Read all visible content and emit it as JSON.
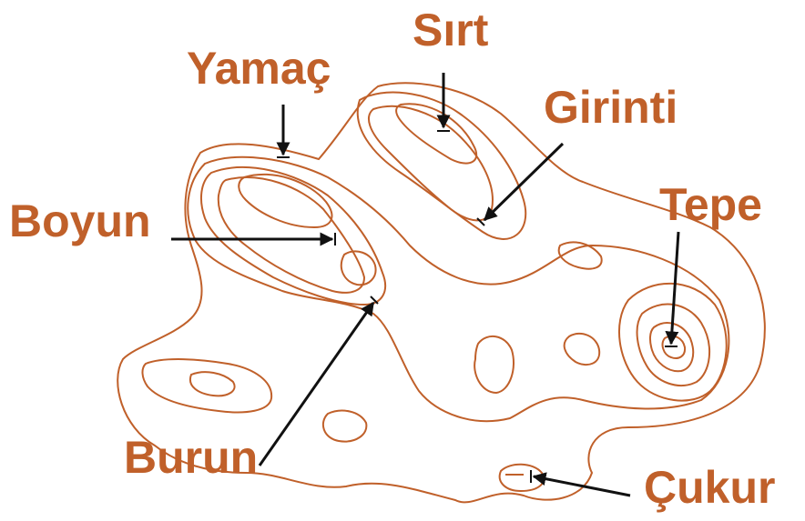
{
  "colors": {
    "contour": "#c0602a",
    "label": "#c0602a",
    "arrow": "#111111"
  },
  "labels": {
    "sirt": "Sırt",
    "yamac": "Yamaç",
    "girinti": "Girinti",
    "boyun": "Boyun",
    "tepe": "Tepe",
    "burun": "Burun",
    "cukur": "Çukur"
  }
}
